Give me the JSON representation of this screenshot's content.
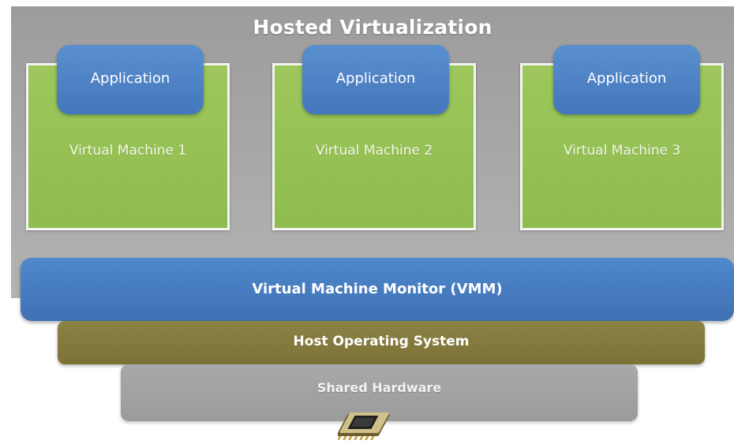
{
  "diagram": {
    "title": "Hosted Virtualization",
    "virtual_machines": [
      {
        "app_label": "Application",
        "vm_label": "Virtual Machine 1"
      },
      {
        "app_label": "Application",
        "vm_label": "Virtual Machine 2"
      },
      {
        "app_label": "Application",
        "vm_label": "Virtual Machine 3"
      }
    ],
    "vmm_label": "Virtual Machine Monitor (VMM)",
    "host_os_label": "Host Operating System",
    "hardware_label": "Shared Hardware",
    "hardware_icon": "cpu-chip-icon"
  },
  "colors": {
    "host_panel": "#a8a8a8",
    "vm_green": "#95c254",
    "app_blue": "#4f84c6",
    "vmm_blue": "#4679bd",
    "host_os_olive": "#847a3d",
    "hardware_gray": "#a3a3a3"
  }
}
